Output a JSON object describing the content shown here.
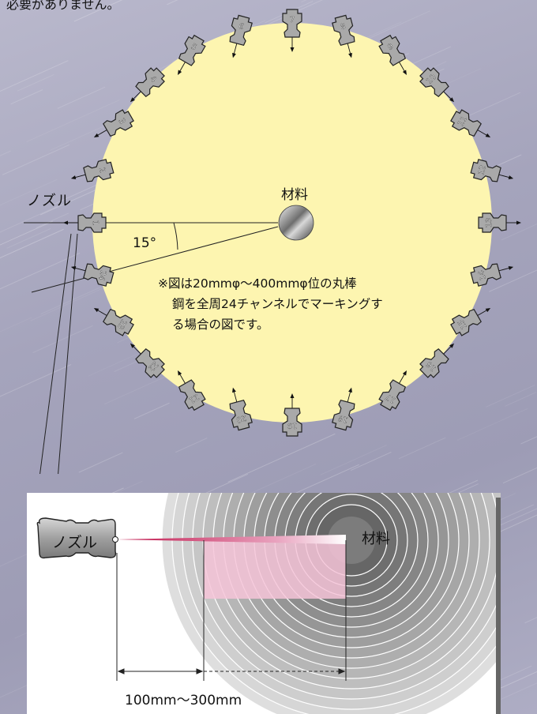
{
  "intro_text": "必要がありません。",
  "top_diagram": {
    "nozzle_label": "ノズル",
    "material_label": "材料",
    "angle_label": "15°",
    "channel_count": 24,
    "angle_step_deg": 15,
    "note": {
      "line1": "※図は20mmφ〜400mmφ位の丸棒",
      "line2": "鋼を全周24チャンネルでマーキングす",
      "line3": "る場合の図です。"
    }
  },
  "detail": {
    "nozzle_label": "ノズル",
    "material_label": "材料",
    "distance_label": "100mm〜300mm"
  },
  "colors": {
    "disc_fill": "#fdf5b0",
    "nozzle_fill": "#a9a9a9",
    "beam_start": "#c0144a",
    "range_fill": "#f6c4d8"
  }
}
